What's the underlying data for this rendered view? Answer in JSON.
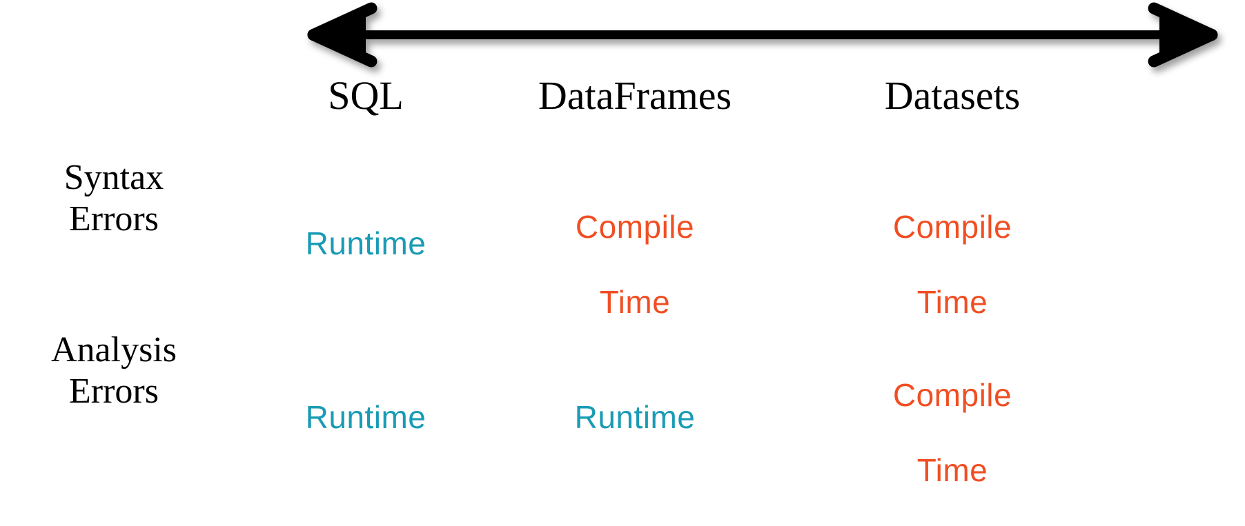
{
  "slide": {
    "background_color": "#FFFFFF",
    "axis_arrow": {
      "icon": "double-headed-arrow-icon",
      "direction": "bidirectional",
      "color": "#000000"
    }
  },
  "matrix": {
    "columns": [
      {
        "id": "sql",
        "label": "SQL"
      },
      {
        "id": "dataframes",
        "label": "DataFrames"
      },
      {
        "id": "datasets",
        "label": "Datasets"
      }
    ],
    "rows": [
      {
        "id": "syntax-errors",
        "label_line1": "Syntax",
        "label_line2": "Errors",
        "cells": [
          {
            "column": "sql",
            "value": "Runtime",
            "line1": "Runtime",
            "line2": "",
            "kind": "runtime"
          },
          {
            "column": "dataframes",
            "value": "Compile Time",
            "line1": "Compile",
            "line2": "Time",
            "kind": "compile"
          },
          {
            "column": "datasets",
            "value": "Compile Time",
            "line1": "Compile",
            "line2": "Time",
            "kind": "compile"
          }
        ]
      },
      {
        "id": "analysis-errors",
        "label_line1": "Analysis",
        "label_line2": "Errors",
        "cells": [
          {
            "column": "sql",
            "value": "Runtime",
            "line1": "Runtime",
            "line2": "",
            "kind": "runtime"
          },
          {
            "column": "dataframes",
            "value": "Runtime",
            "line1": "Runtime",
            "line2": "",
            "kind": "runtime"
          },
          {
            "column": "datasets",
            "value": "Compile Time",
            "line1": "Compile",
            "line2": "Time",
            "kind": "compile"
          }
        ]
      }
    ]
  },
  "colors": {
    "runtime": "#1A9BB5",
    "compile": "#F04E23",
    "heading": "#000000",
    "arrow": "#000000"
  }
}
